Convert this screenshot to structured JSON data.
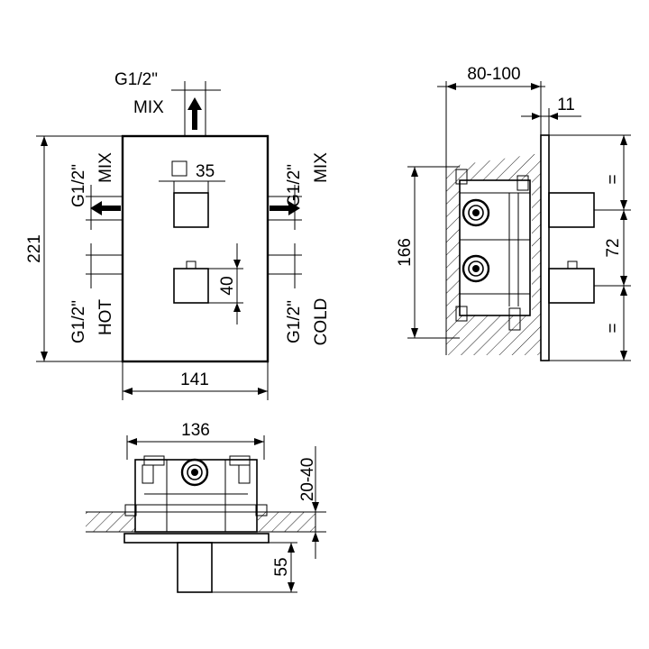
{
  "front_view": {
    "top_outlet": {
      "thread": "G1/2\"",
      "name": "MIX"
    },
    "left_outlet": {
      "thread": "G1/2\"",
      "name": "MIX"
    },
    "right_outlet": {
      "thread": "G1/2\"",
      "name": "MIX"
    },
    "hot_inlet": {
      "thread": "G1/2\"",
      "name": "HOT"
    },
    "cold_inlet": {
      "thread": "G1/2\"",
      "name": "COLD"
    },
    "square_size": "35",
    "knob_height": "40",
    "width": "141",
    "height": "221"
  },
  "side_view": {
    "depth": "80-100",
    "plate_thickness": "11",
    "body_height": "166",
    "spacing": "72",
    "equal_mark_top": "=",
    "equal_mark_bottom": "="
  },
  "top_view": {
    "width": "136",
    "depth": "20-40",
    "knob_projection": "55"
  }
}
